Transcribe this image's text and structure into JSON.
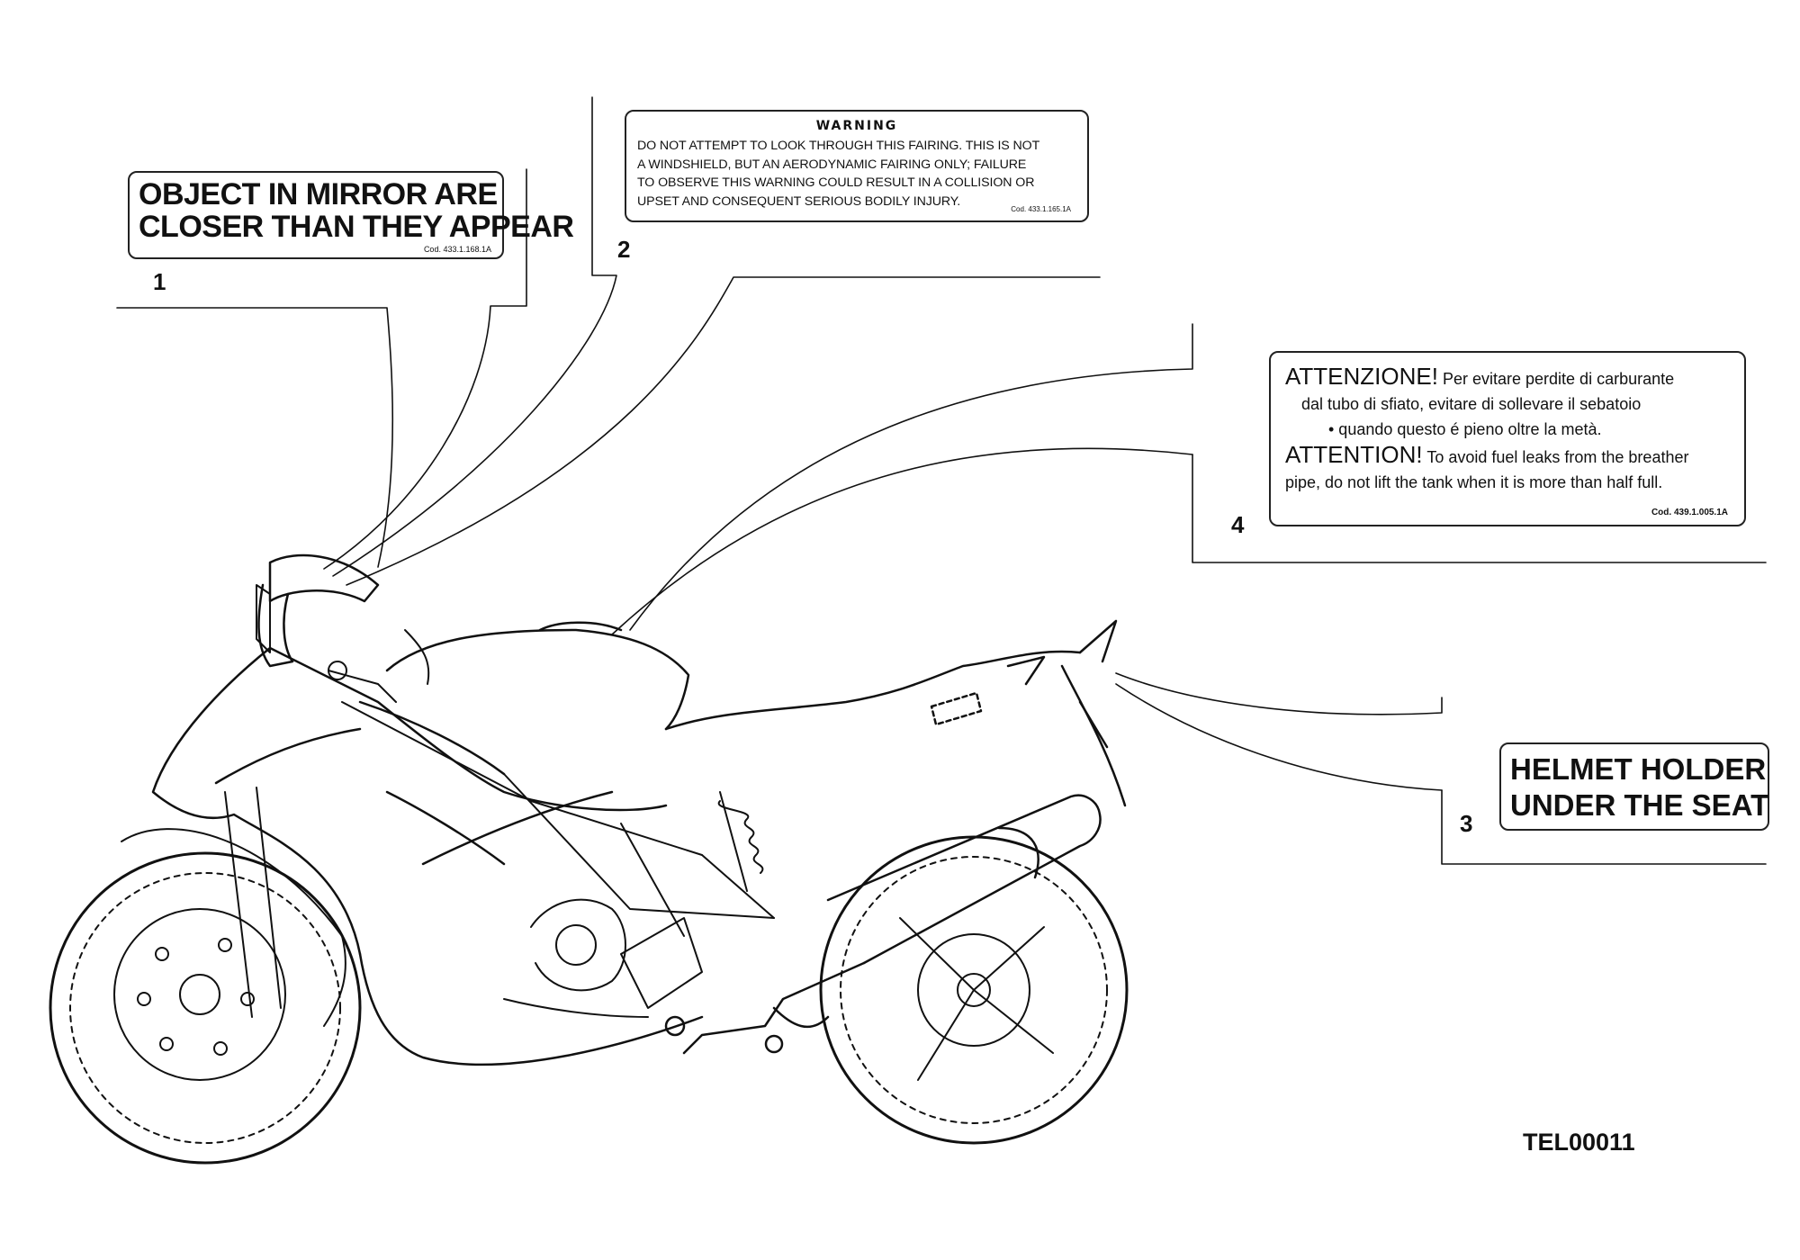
{
  "decals": {
    "d1": {
      "number": "1",
      "lines": [
        "OBJECT IN MIRROR ARE",
        "CLOSER THAN THEY APPEAR"
      ],
      "code": "Cod. 433.1.168.1A"
    },
    "d2": {
      "number": "2",
      "heading": "WARNING",
      "lines": [
        "DO NOT ATTEMPT TO LOOK THROUGH THIS FAIRING. THIS IS NOT",
        "A WINDSHIELD, BUT AN AERODYNAMIC FAIRING ONLY; FAILURE",
        "TO OBSERVE THIS WARNING COULD RESULT IN A COLLISION OR",
        "UPSET AND CONSEQUENT SERIOUS BODILY INJURY."
      ],
      "code": "Cod. 433.1.165.1A"
    },
    "d3": {
      "number": "3",
      "lines": [
        "HELMET HOLDER",
        "UNDER THE SEAT"
      ]
    },
    "d4": {
      "number": "4",
      "it_title": "ATTENZIONE!",
      "it_line1": "Per evitare perdite di carburante",
      "it_line2": "dal tubo di sfiato, evitare di sollevare il sebatoio",
      "it_line3": "• quando questo é pieno oltre la metà.",
      "en_title": "ATTENTION!",
      "en_line1": "To avoid fuel leaks from the breather",
      "en_line2": "pipe, do not lift the tank when it is more than half full.",
      "code": "Cod. 439.1.005.1A"
    }
  },
  "reference": "TEL00011",
  "colors": {
    "ink": "#111111",
    "paper": "#ffffff"
  }
}
